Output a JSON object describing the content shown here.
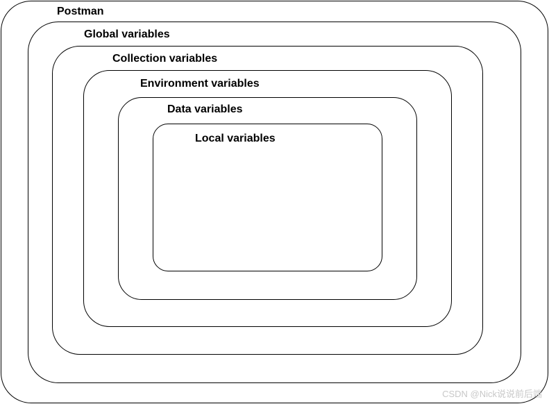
{
  "diagram": {
    "scopes": [
      {
        "id": "postman",
        "label": "Postman"
      },
      {
        "id": "global",
        "label": "Global variables"
      },
      {
        "id": "collection",
        "label": "Collection variables"
      },
      {
        "id": "environment",
        "label": "Environment variables"
      },
      {
        "id": "data",
        "label": "Data variables"
      },
      {
        "id": "local",
        "label": "Local variables"
      }
    ],
    "colors": {
      "border": "#000000",
      "text": "#000000",
      "background": "#ffffff",
      "watermark": "#c8c8c8"
    }
  },
  "watermark": {
    "text": "CSDN @Nick说说前后端"
  }
}
